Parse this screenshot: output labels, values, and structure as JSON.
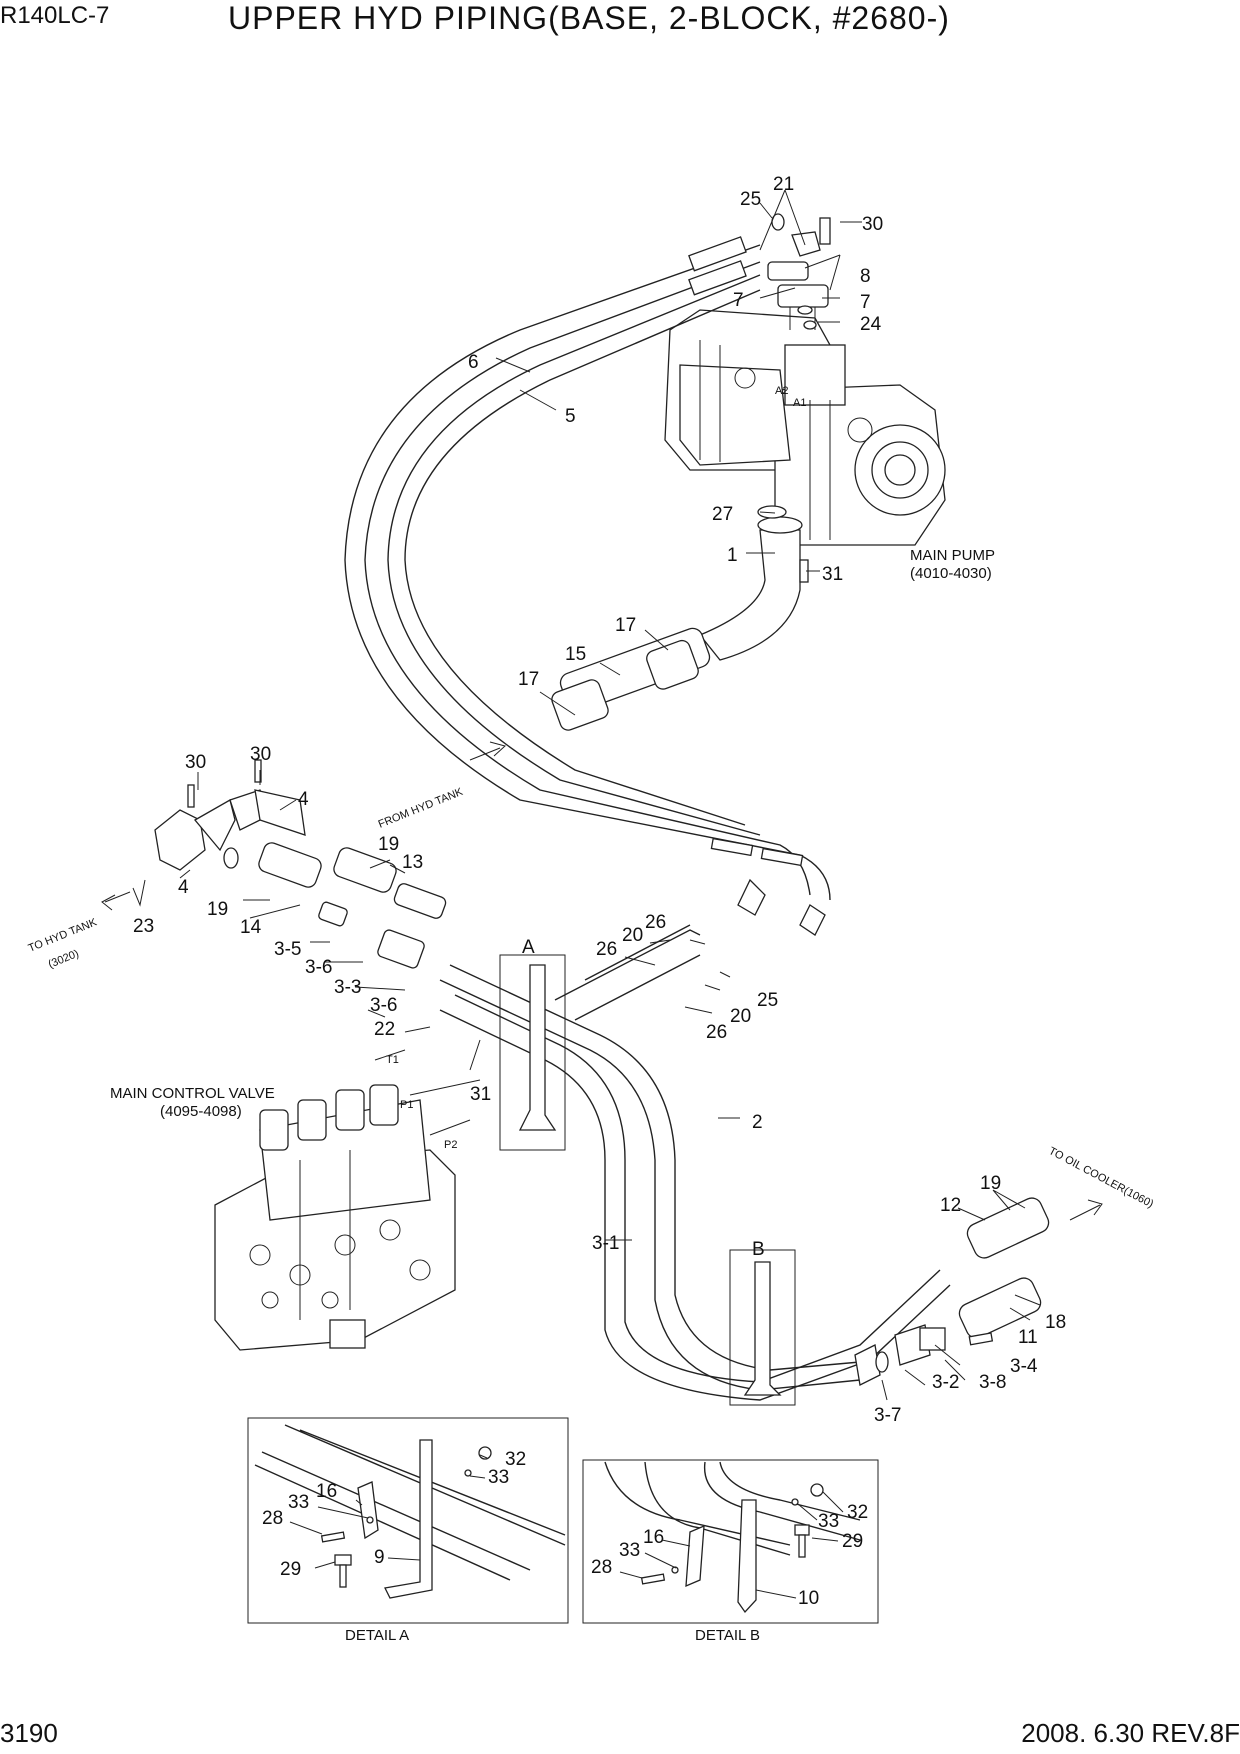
{
  "header": {
    "model": "R140LC-7",
    "title": "UPPER HYD PIPING(BASE, 2-BLOCK, #2680-)"
  },
  "footer": {
    "page": "3190",
    "revision": "2008. 6.30  REV.8F"
  },
  "notes": {
    "main_pump": "MAIN PUMP",
    "main_pump_range": "(4010-4030)",
    "mcv": "MAIN CONTROL VALVE",
    "mcv_range": "(4095-4098)",
    "from_tank": "FROM HYD TANK",
    "to_tank": "TO HYD TANK",
    "to_tank_ref": "(3020)",
    "to_cooler": "TO OIL COOLER(1060)",
    "detail_a": "DETAIL A",
    "detail_b": "DETAIL B",
    "mark_a": "A",
    "mark_b": "B",
    "port_t1": "T1",
    "port_p1": "P1",
    "port_p2": "P2",
    "port_a1": "A1",
    "port_a2": "A2"
  },
  "callouts": {
    "c21": "21",
    "c25a": "25",
    "c30a": "30",
    "c8": "8",
    "c7a": "7",
    "c7b": "7",
    "c24": "24",
    "c6": "6",
    "c5": "5",
    "c27": "27",
    "c1": "1",
    "c31a": "31",
    "c17a": "17",
    "c15": "15",
    "c17b": "17",
    "c30b": "30",
    "c30c": "30",
    "c4a": "4",
    "c4b": "4",
    "c23": "23",
    "c19a": "19",
    "c13": "13",
    "c19b": "19",
    "c14": "14",
    "c3_5": "3-5",
    "c3_6a": "3-6",
    "c3_3": "3-3",
    "c3_6b": "3-6",
    "c22": "22",
    "c31b": "31",
    "c26a": "26",
    "c20a": "20",
    "c26b": "26",
    "c25b": "25",
    "c20b": "20",
    "c26c": "26",
    "c2": "2",
    "c3_1": "3-1",
    "c19c": "19",
    "c12": "12",
    "c18": "18",
    "c11": "11",
    "c3_4": "3-4",
    "c3_8": "3-8",
    "c3_2": "3-2",
    "c3_7": "3-7",
    "da32": "32",
    "da33a": "33",
    "da16": "16",
    "da33b": "33",
    "da28": "28",
    "da29": "29",
    "da9": "9",
    "db32": "32",
    "db33a": "33",
    "db16": "16",
    "db33b": "33",
    "db28": "28",
    "db29": "29",
    "db10": "10"
  }
}
